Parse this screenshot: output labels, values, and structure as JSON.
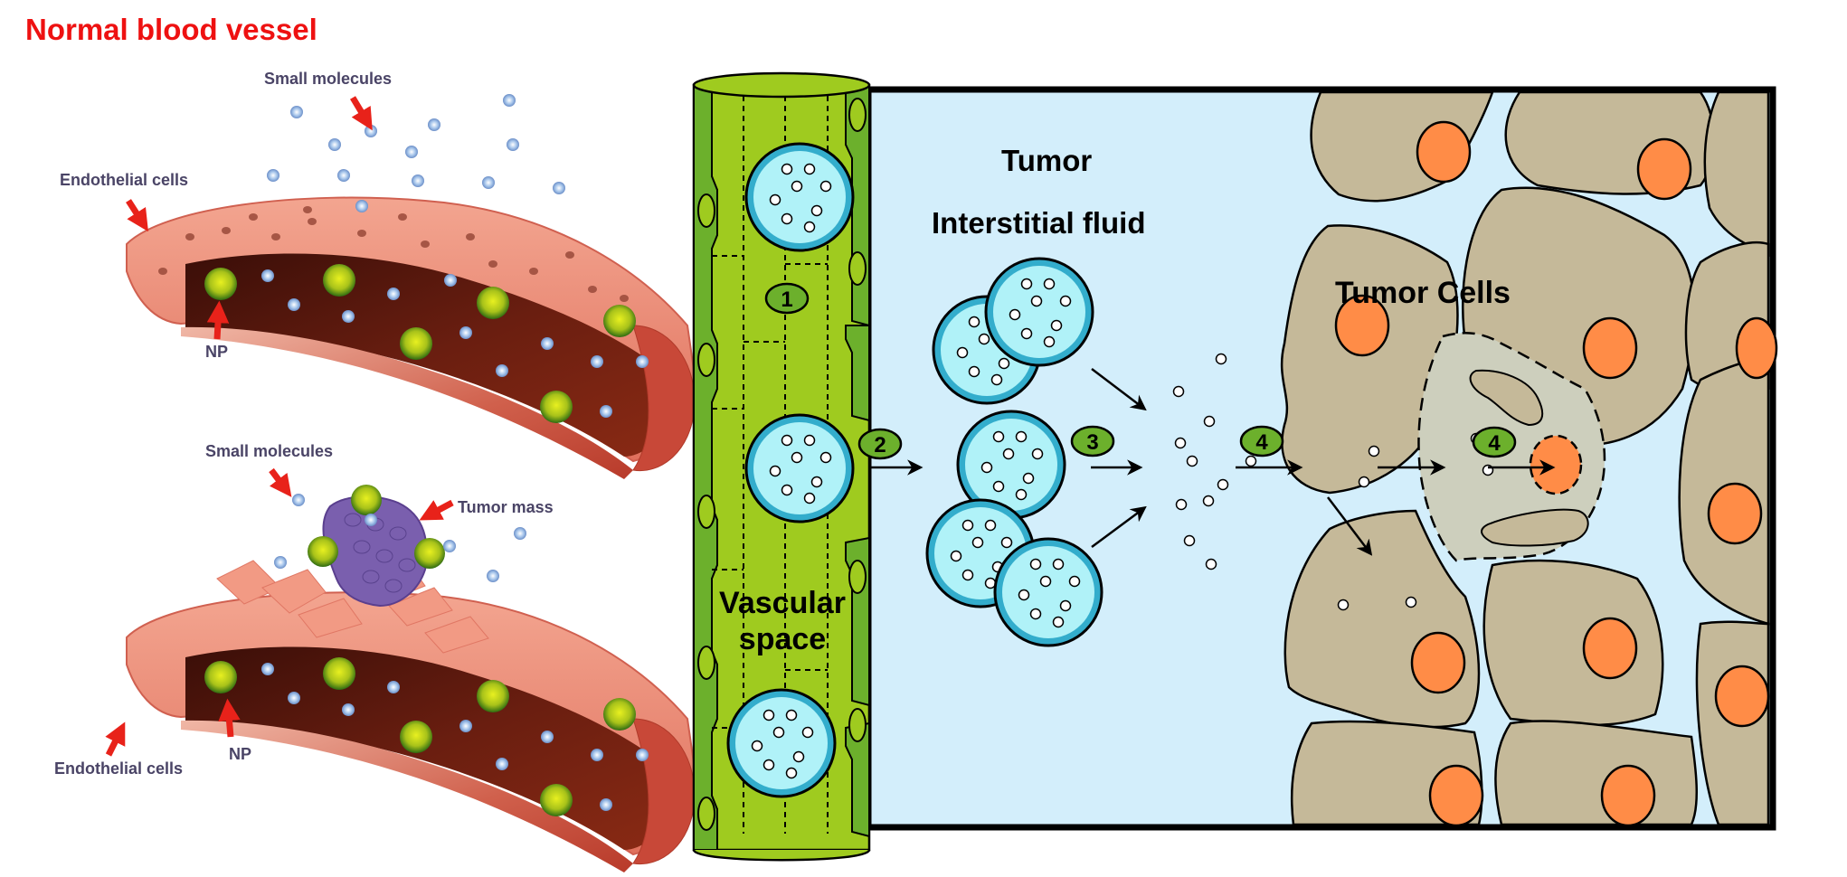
{
  "header": {
    "title": "Normal blood vessel"
  },
  "left_panel": {
    "normal_vessel": {
      "labels": {
        "small_molecules": "Small molecules",
        "endothelial_cells": "Endothelial cells",
        "np": "NP"
      }
    },
    "tumor_vessel": {
      "labels": {
        "small_molecules": "Small molecules",
        "tumor_mass": "Tumor mass",
        "endothelial_cells": "Endothelial cells",
        "np": "NP"
      }
    }
  },
  "right_panel": {
    "vascular_space_label_line1": "Vascular",
    "vascular_space_label_line2": "space",
    "interstitial_title_line1": "Tumor",
    "interstitial_title_line2": "Interstitial fluid",
    "tumor_cells_label": "Tumor Cells",
    "steps": [
      "1",
      "2",
      "3",
      "4",
      "4"
    ]
  },
  "colors": {
    "title_red": "#ee1111",
    "vessel_green": "#9fcb1f",
    "vessel_dark_green": "#6cb02c",
    "interstitial_blue": "#d3eefb",
    "np_fill": "#b0f2f8",
    "np_ring": "#33adcc",
    "tumor_cell": "#c5b999",
    "target_cell": "#cdcfbd",
    "nucleus_orange": "#ff8c47",
    "step_badge": "#6cb02c"
  }
}
